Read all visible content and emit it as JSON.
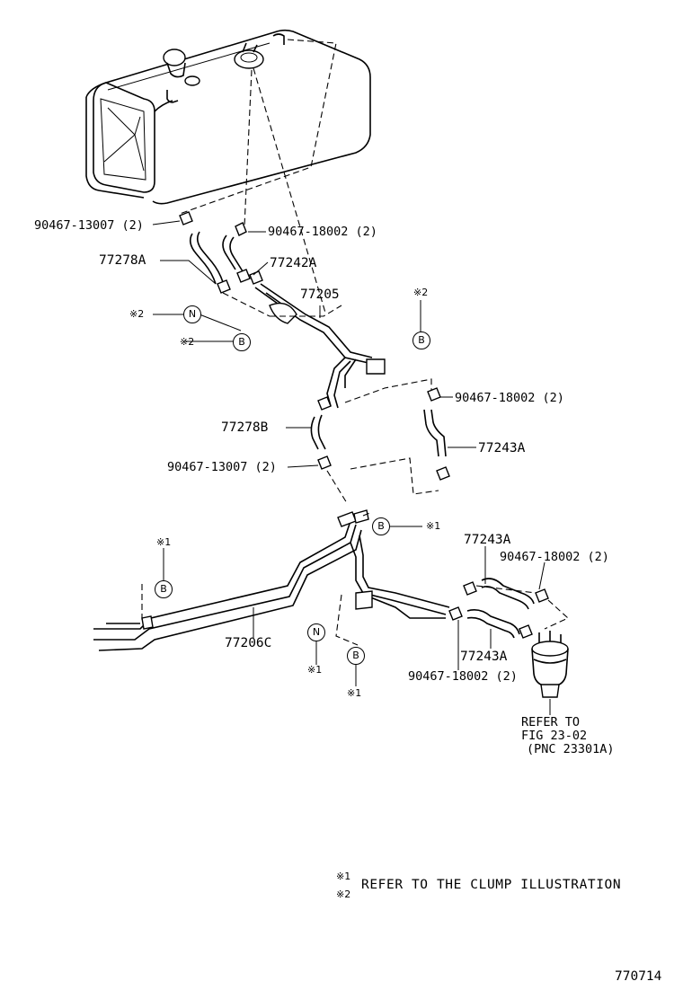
{
  "diagram_id": "770714",
  "parts": {
    "clip_13007_top": "90467-13007 (2)",
    "clip_18002_top": "90467-18002 (2)",
    "hose_77278A": "77278A",
    "hose_77242A": "77242A",
    "pipe_77205": "77205",
    "hose_77278B": "77278B",
    "clip_18002_mid": "90467-18002 (2)",
    "hose_77243A_mid": "77243A",
    "clip_13007_mid": "90467-13007 (2)",
    "hose_77243A_right": "77243A",
    "clip_18002_right": "90467-18002 (2)",
    "pipe_77206C": "77206C",
    "hose_77243A_lower": "77243A",
    "clip_18002_lower": "90467-18002 (2)"
  },
  "refs": {
    "line1": "REFER TO",
    "line2": "FIG 23-02",
    "line3": "(PNC 23301A)"
  },
  "markers": {
    "n": "N",
    "b": "B",
    "note1": "※1",
    "note2": "※2"
  },
  "legend": {
    "note1": "※1",
    "note2": "※2",
    "text": "REFER TO THE CLUMP ILLUSTRATION"
  }
}
